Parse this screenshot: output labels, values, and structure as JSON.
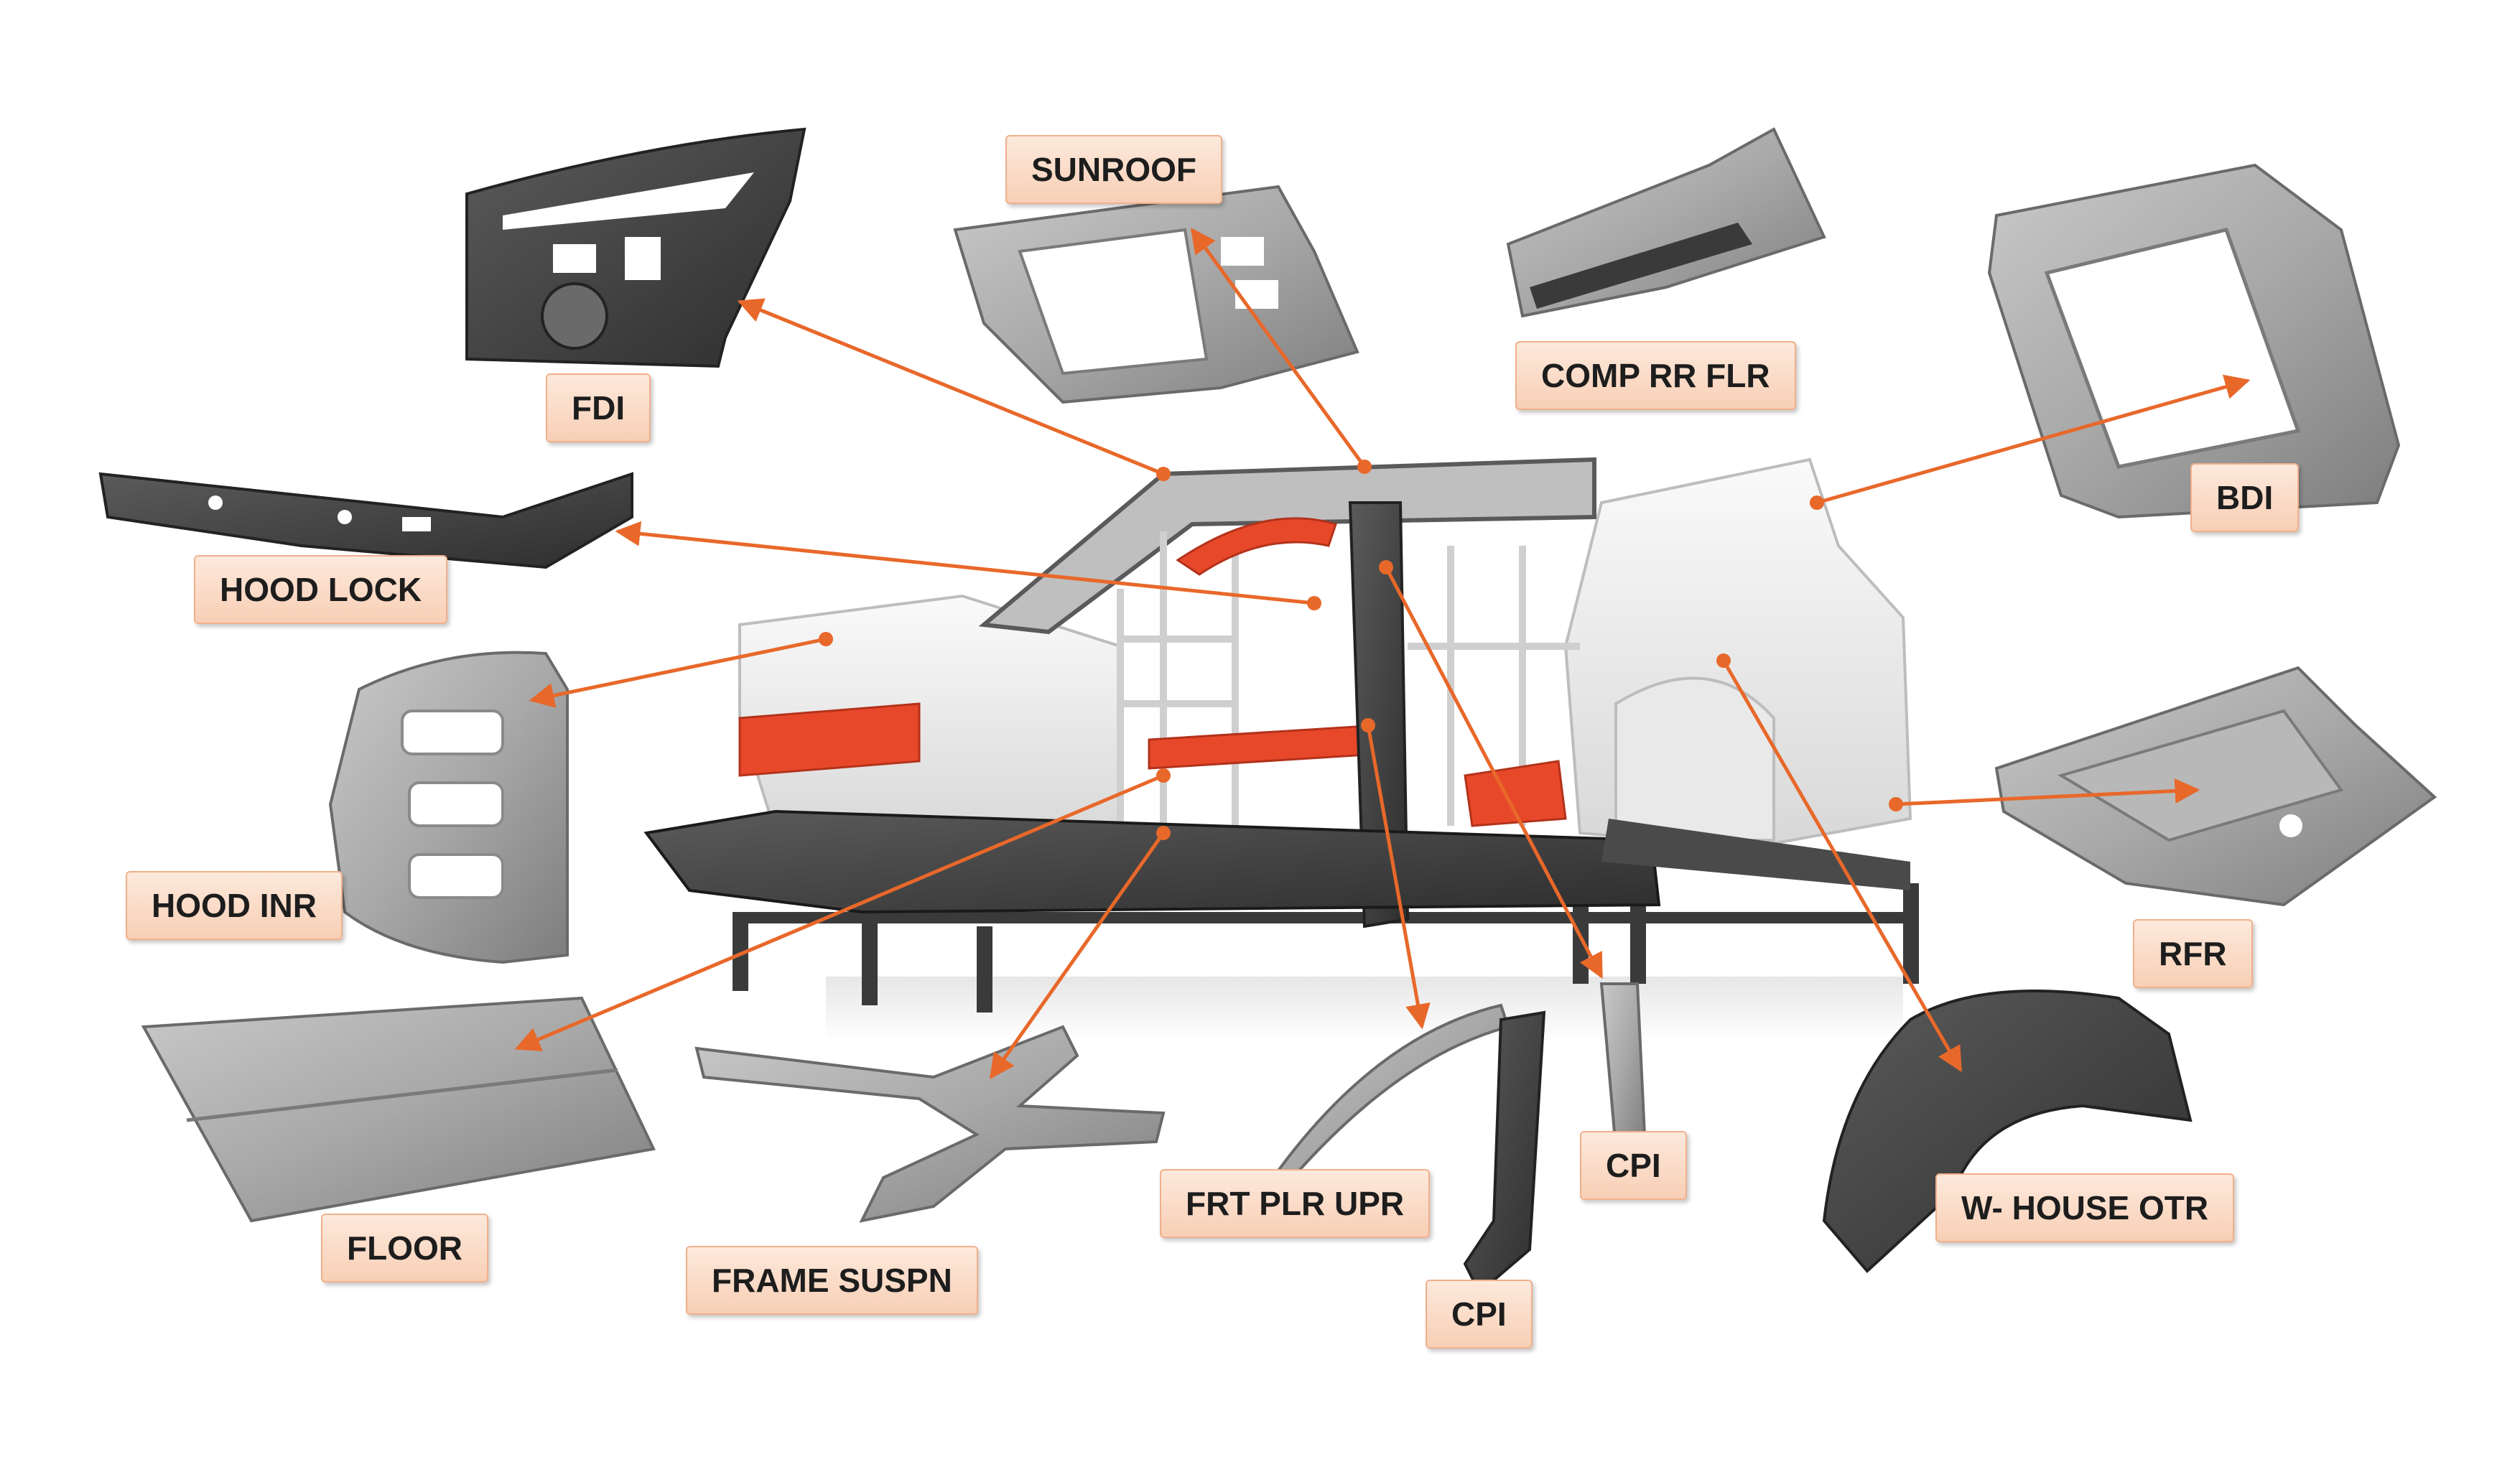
{
  "diagram": {
    "accent_color": "#e8682a",
    "part_color": "#9a9a9a",
    "labels": {
      "sunroof": "SUNROOF",
      "fdi": "FDI",
      "comp_rr_flr": "COMP RR FLR",
      "bdi": "BDI",
      "hood_lock": "HOOD LOCK",
      "hood_inr": "HOOD INR",
      "rfr": "RFR",
      "floor": "FLOOR",
      "frame_suspn": "FRAME SUSPN",
      "frt_plr_upr": "FRT PLR UPR",
      "cpi_upper": "CPI",
      "cpi_lower": "CPI",
      "w_house_otr": "W- HOUSE OTR"
    }
  }
}
